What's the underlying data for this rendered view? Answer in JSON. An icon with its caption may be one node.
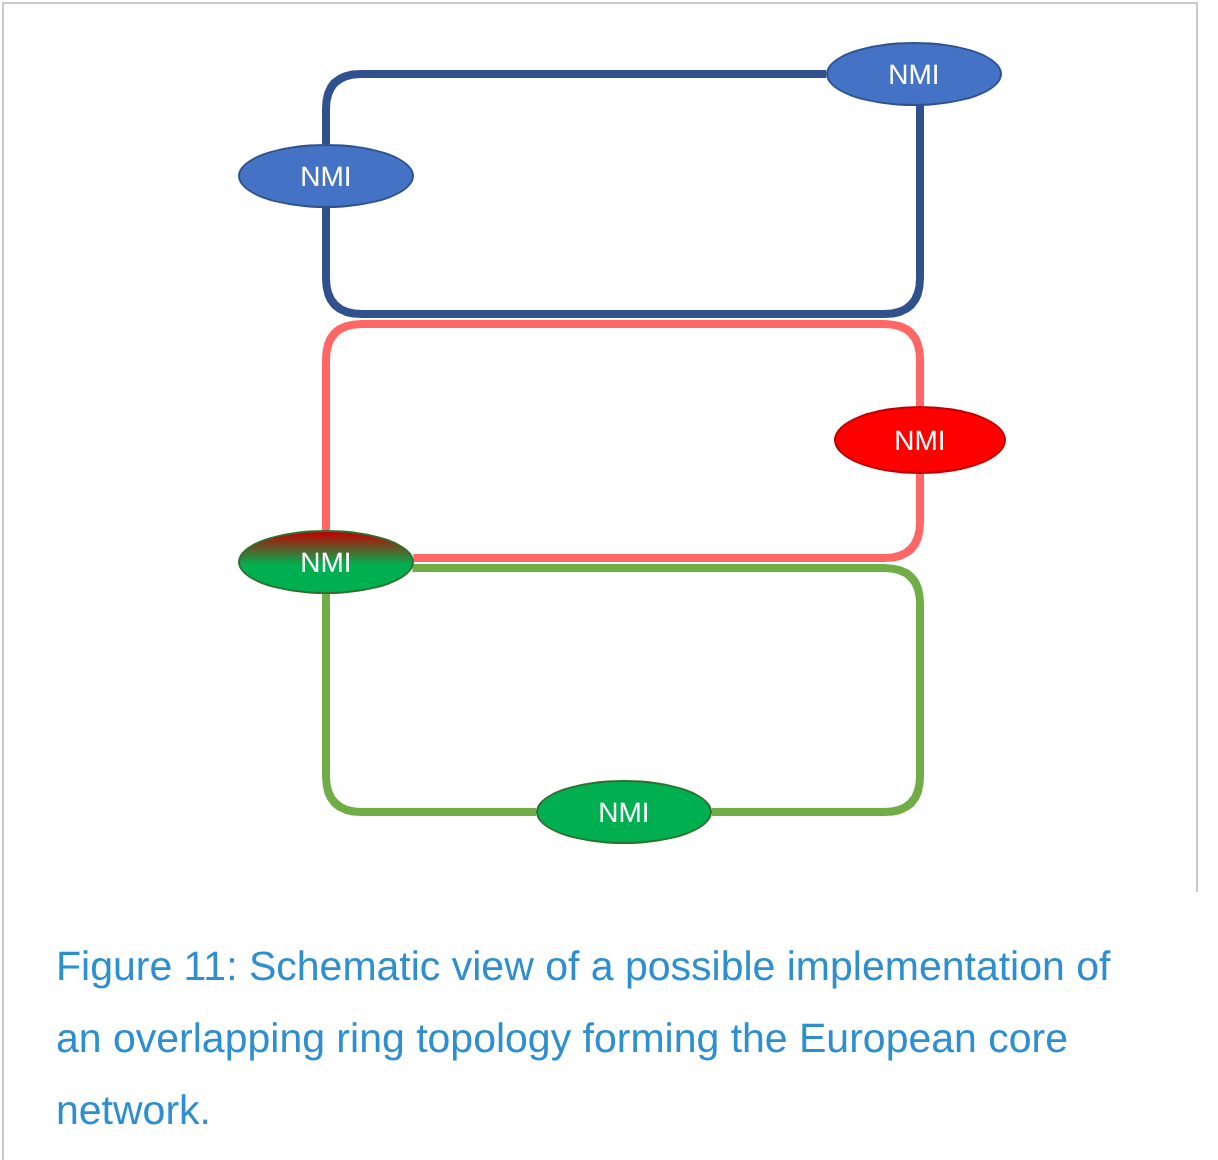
{
  "diagram": {
    "caption": "Figure 11: Schematic view of a possible implementation of an overlapping ring topology forming the European core network.",
    "nodes": [
      {
        "text": [
          "NMI"
        ]
      },
      {
        "text": [
          "NMI"
        ]
      },
      {
        "text": [
          "NMI"
        ]
      },
      {
        "text": [
          "NMI"
        ]
      },
      {
        "text": [
          "NMI"
        ]
      }
    ],
    "edges": [
      {
        "from": 0,
        "to": 1,
        "arrow": "none",
        "color": "#2f528f"
      },
      {
        "from": 0,
        "to": 1,
        "arrow": "none",
        "color": "#2f528f"
      },
      {
        "from": 2,
        "to": 3,
        "arrow": "none",
        "color": "#ff6666"
      },
      {
        "from": 2,
        "to": 3,
        "arrow": "none",
        "color": "#ff6666"
      },
      {
        "from": 3,
        "to": 4,
        "arrow": "none",
        "color": "#70ad47"
      },
      {
        "from": 3,
        "to": 4,
        "arrow": "none",
        "color": "#70ad47"
      }
    ]
  }
}
